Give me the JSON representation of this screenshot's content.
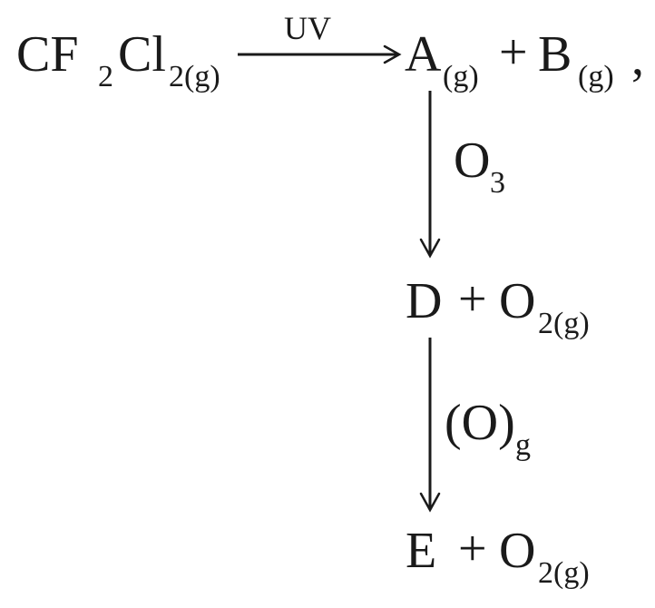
{
  "reaction": {
    "reactant": {
      "main": "CF",
      "sub1": "2",
      "main2": "Cl",
      "sub2": "2(g)"
    },
    "arrow_label": "UV",
    "product_a": {
      "main": "A",
      "sub": "(g)"
    },
    "plus1": "+",
    "product_b": {
      "main": "B",
      "sub": "(g)"
    },
    "comma": ","
  },
  "step1": {
    "reagent": {
      "main": "O",
      "sub": "3"
    },
    "product_d": "D",
    "plus": "+",
    "product_o2": {
      "main": "O",
      "sub": "2(g)"
    }
  },
  "step2": {
    "reagent": {
      "main": "(O)",
      "sub": "g"
    },
    "product_e": "E",
    "plus": "+",
    "product_o2": {
      "main": "O",
      "sub": "2(g)"
    }
  }
}
